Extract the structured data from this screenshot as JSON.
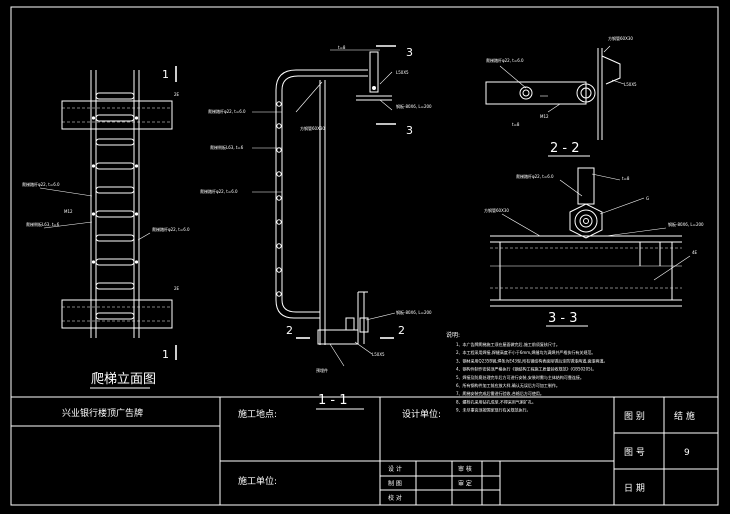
{
  "colors": {
    "background": "#000000",
    "lines": "#ffffff"
  },
  "views": {
    "elevation_title": "爬梯立面图",
    "section_1_title": "1 - 1",
    "section_2_title": "2 - 2",
    "section_3_title": "3 - 3",
    "cut_1": "1",
    "cut_2": "2",
    "cut_3": "3"
  },
  "notes": {
    "heading": "说明:",
    "lines": [
      "1、本广告牌爬梯施工须在屋面做完后,施工前须复核尺寸。",
      "2、本工程采用焊接,焊缝高度不小于6mm,焊缝均为满焊并严格执行有关规范。",
      "3、钢材采用Q235B钢,焊条为E43型,所有钢结构表面除锈后涂防锈漆两道,面漆两道。",
      "4、钢构件制作安装须严格执行《钢结构工程施工质量验收规范》(GB50205)。",
      "5、焊接及防腐处理完毕后方可进行安装,安装时需与主体结构可靠连接。",
      "6、所有钢构件加工前应放大样,确认无误后方可加工制作。",
      "7、爬梯安装完成后需进行验收,合格后方可使用。",
      "8、螺栓孔采用钻孔成型,不得采用气割扩孔。",
      "9、未尽事宜须按国家现行有关规范执行。"
    ]
  },
  "title_block": {
    "project": "兴业银行楼顶广告牌",
    "site_label": "施工地点:",
    "builder_label": "施工单位:",
    "designer_label": "设计单位:",
    "sign_rows": [
      {
        "left": "设 计",
        "right": "审 核"
      },
      {
        "left": "制 图",
        "right": "审 定"
      },
      {
        "left": "校 对",
        "right": ""
      }
    ],
    "drawing_type_label": "图  别",
    "drawing_type_value": "结  施",
    "drawing_no_label": "图  号",
    "drawing_no_value": "9",
    "date_label": "日  期",
    "date_value": ""
  },
  "annotations": {
    "ladder_rung": "爬梯踏杆φ22, t=6.0",
    "ladder_side": "爬梯侧板L63, t=6",
    "steel_plate": "钢板-80X6, L=200",
    "angle": "L50X5",
    "bolt": "M12",
    "support": "方钢管60X30",
    "embed": "预埋件",
    "label_t8": "t=8",
    "label_g": "G",
    "label_2e": "2E",
    "label_4e": "4E"
  }
}
